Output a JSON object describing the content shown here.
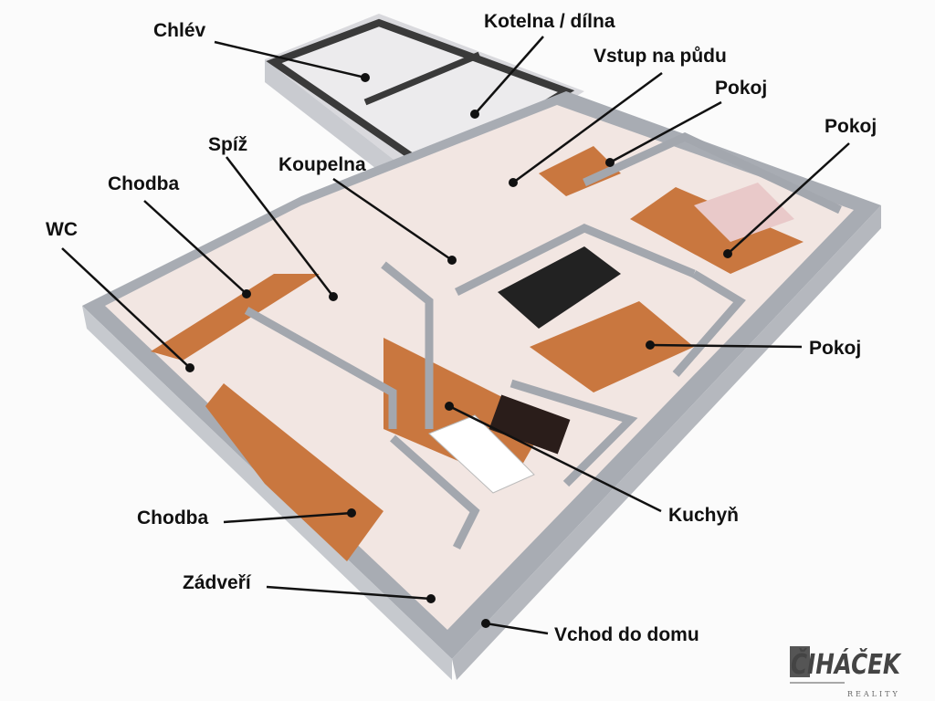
{
  "labels": {
    "chlev": "Chlév",
    "kotelna": "Kotelna / dílna",
    "vstup": "Vstup na půdu",
    "pokoj1": "Pokoj",
    "pokoj2": "Pokoj",
    "spiz": "Spíž",
    "koupelna": "Koupelna",
    "chodba1": "Chodba",
    "wc": "WC",
    "pokoj3": "Pokoj",
    "kuchyn": "Kuchyň",
    "chodba2": "Chodba",
    "zadveri": "Zádveří",
    "vchod": "Vchod do domu"
  },
  "logo": {
    "name": "ČIHÁČEK",
    "sub": "REALITY"
  },
  "colors": {
    "floor": "#c9773f",
    "wall_top": "#9a9ea6",
    "wall": "#f3ecea",
    "line": "#111111"
  }
}
